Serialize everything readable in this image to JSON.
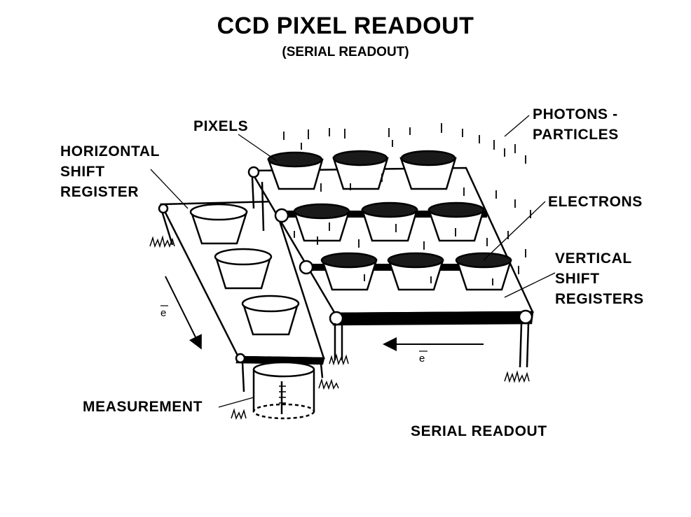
{
  "title": "CCD PIXEL READOUT",
  "subtitle": "(SERIAL READOUT)",
  "labels": {
    "pixels": "PIXELS",
    "photons": [
      "PHOTONS -",
      "PARTICLES"
    ],
    "horizontal_shift_register": [
      "HORIZONTAL",
      "SHIFT",
      "REGISTER"
    ],
    "electrons": "ELECTRONS",
    "vertical_shift_registers": [
      "VERTICAL",
      "SHIFT",
      "REGISTERS"
    ],
    "measurement": "MEASUREMENT",
    "serial_readout": "SERIAL READOUT"
  },
  "electron_symbol": "e",
  "colors": {
    "ink": "#000000",
    "background": "#ffffff",
    "charge": "#1a1a1a"
  }
}
